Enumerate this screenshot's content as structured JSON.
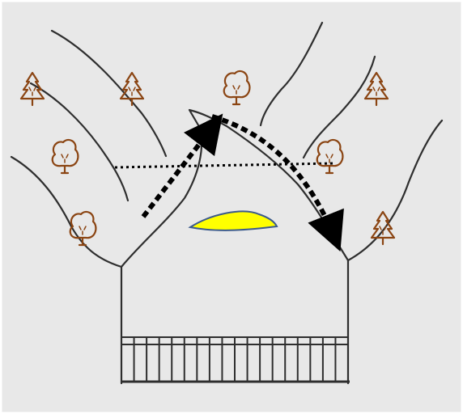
{
  "colors": {
    "paper": "#e8e8e8",
    "ink": "#2e2e2e",
    "tree": "#8b4513",
    "lake_fill": "#ffff00",
    "lake_stroke": "#3b5a8c",
    "arrow": "#000000"
  },
  "icons": {
    "deciduous": "deciduous-tree-icon",
    "conifer": "conifer-tree-icon"
  },
  "trees": [
    {
      "kind": "conifer"
    },
    {
      "kind": "conifer"
    },
    {
      "kind": "deciduous"
    },
    {
      "kind": "conifer"
    },
    {
      "kind": "deciduous"
    },
    {
      "kind": "deciduous"
    },
    {
      "kind": "deciduous"
    },
    {
      "kind": "conifer"
    }
  ],
  "ridges": 6,
  "fence_posts": 19
}
